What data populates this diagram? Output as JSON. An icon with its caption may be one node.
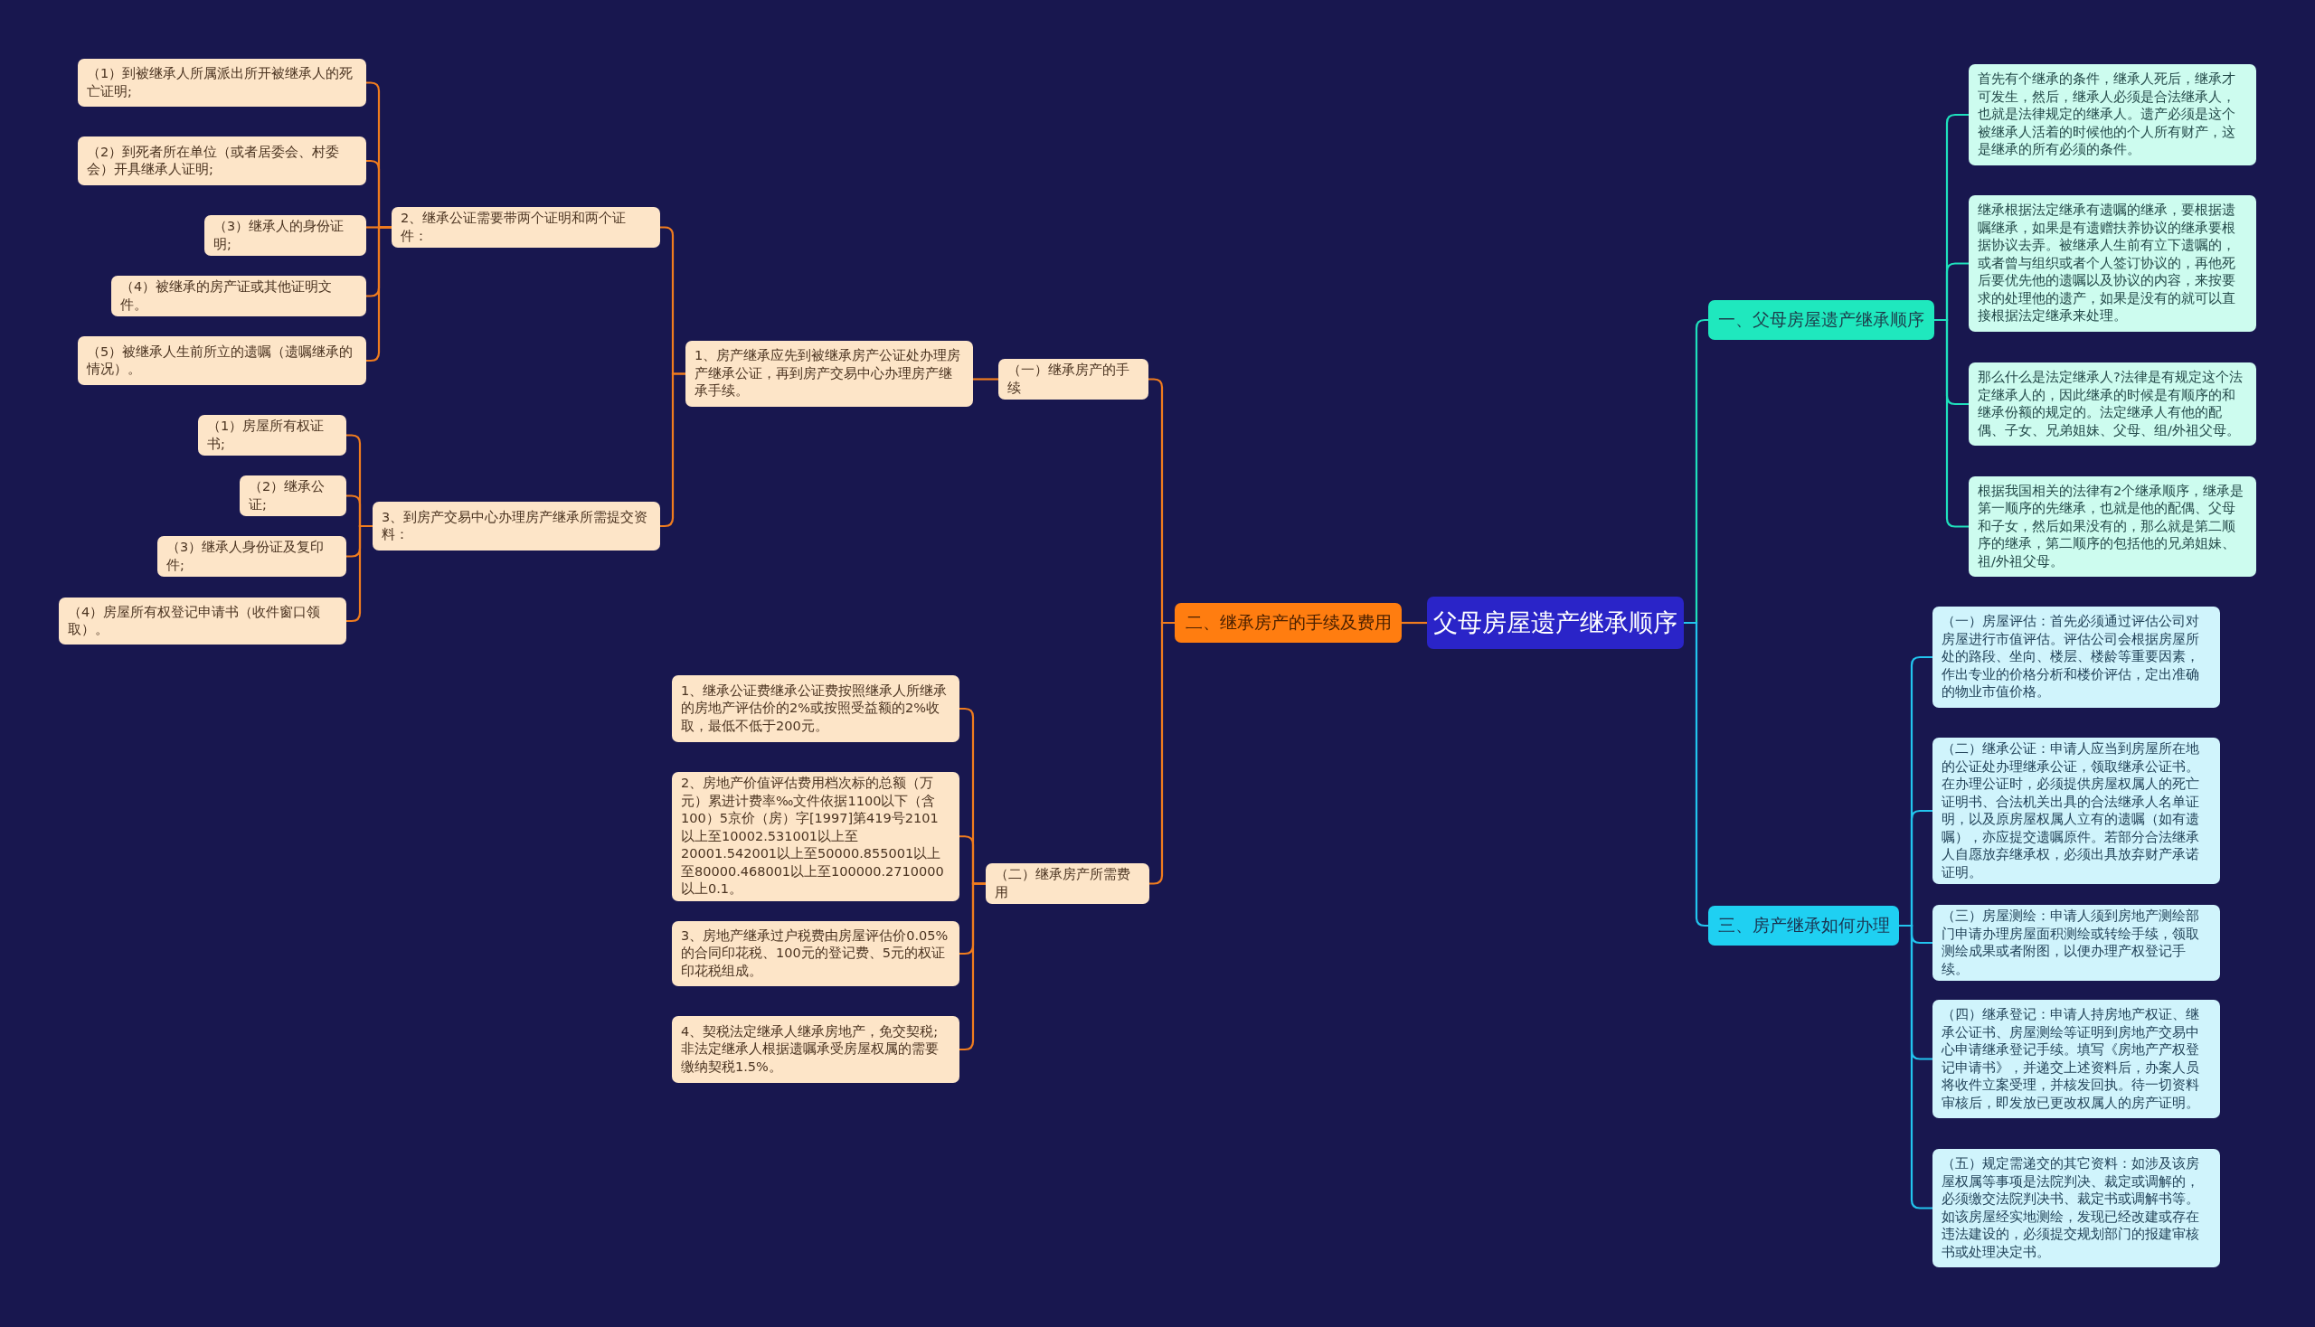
{
  "diagram": {
    "nodes": [
      {
        "text": [
          "父母房屋遗产继承顺序"
        ]
      },
      {
        "text": [
          "一、父母房屋遗产继承顺序"
        ]
      },
      {
        "text": [
          "首先有个继承的条件，继承人死后，继承才可发生，然后，继承人必须是合法继承人，也就是法律规定的继承人。遗产必须是这个被继承人活着的时候他的个人所有财产，这是继承的所有必须的条件。"
        ]
      },
      {
        "text": [
          "继承根据法定继承有遗嘱的继承，要根据遗嘱继承，如果是有遗赠扶养协议的继承要根据协议去弄。被继承人生前有立下遗嘱的，或者曾与组织或者个人签订协议的，再他死后要优先他的遗嘱以及协议的内容，来按要求的处理他的遗产，如果是没有的就可以直接根据法定继承来处理。"
        ]
      },
      {
        "text": [
          "那么什么是法定继承人?法律是有规定这个法定继承人的，因此继承的时候是有顺序的和继承份额的规定的。法定继承人有他的配偶、子女、兄弟姐妹、父母、组/外祖父母。"
        ]
      },
      {
        "text": [
          "根据我国相关的法律有2个继承顺序，继承是第一顺序的先继承，也就是他的配偶、父母和子女，然后如果没有的，那么就是第二顺序的继承，第二顺序的包括他的兄弟姐妹、祖/外祖父母。"
        ]
      },
      {
        "text": [
          "二、继承房产的手续及费用"
        ]
      },
      {
        "text": [
          "（一）继承房产的手续"
        ]
      },
      {
        "text": [
          "1、房产继承应先到被继承房产公证处办理房产继承公证，再到房产交易中心办理房产继承手续。"
        ]
      },
      {
        "text": [
          "2、继承公证需要带两个证明和两个证件："
        ]
      },
      {
        "text": [
          "（1）到被继承人所属派出所开被继承人的死亡证明;"
        ]
      },
      {
        "text": [
          "（2）到死者所在单位（或者居委会、村委会）开具继承人证明;"
        ]
      },
      {
        "text": [
          "（3）继承人的身份证明;"
        ]
      },
      {
        "text": [
          "（4）被继承的房产证或其他证明文件。"
        ]
      },
      {
        "text": [
          "（5）被继承人生前所立的遗嘱（遗嘱继承的情况）。"
        ]
      },
      {
        "text": [
          "3、到房产交易中心办理房产继承所需提交资料："
        ]
      },
      {
        "text": [
          "（1）房屋所有权证书;"
        ]
      },
      {
        "text": [
          "（2）继承公证;"
        ]
      },
      {
        "text": [
          "（3）继承人身份证及复印件;"
        ]
      },
      {
        "text": [
          "（4）房屋所有权登记申请书（收件窗口领取）。"
        ]
      },
      {
        "text": [
          "（二）继承房产所需费用"
        ]
      },
      {
        "text": [
          "1、继承公证费继承公证费按照继承人所继承的房地产评估价的2%或按照受益额的2%收取，最低不低于200元。"
        ]
      },
      {
        "text": [
          "2、房地产价值评估费用档次标的总额（万元）累进计费率‰文件依据1100以下（含100）5京价（房）字[1997]第419号2101以上至10002.531001以上至20001.542001以上至50000.855001以上至80000.468001以上至100000.2710000以上0.1。"
        ]
      },
      {
        "text": [
          "3、房地产继承过户税费由房屋评估价0.05%的合同印花税、100元的登记费、5元的权证印花税组成。"
        ]
      },
      {
        "text": [
          "4、契税法定继承人继承房地产，免交契税;非法定继承人根据遗嘱承受房屋权属的需要缴纳契税1.5%。"
        ]
      },
      {
        "text": [
          "三、房产继承如何办理"
        ]
      },
      {
        "text": [
          "（一）房屋评估：首先必须通过评估公司对房屋进行市值评估。评估公司会根据房屋所处的路段、坐向、楼层、楼龄等重要因素，作出专业的价格分析和楼价评估，定出准确的物业市值价格。"
        ]
      },
      {
        "text": [
          "（二）继承公证：申请人应当到房屋所在地的公证处办理继承公证，领取继承公证书。在办理公证时，必须提供房屋权属人的死亡证明书、合法机关出具的合法继承人名单证明，以及原房屋权属人立有的遗嘱（如有遗嘱），亦应提交遗嘱原件。若部分合法继承人自愿放弃继承权，必须出具放弃财产承诺证明。"
        ]
      },
      {
        "text": [
          "（三）房屋测绘：申请人须到房地产测绘部门申请办理房屋面积测绘或转绘手续，领取测绘成果或者附图，以便办理产权登记手续。"
        ]
      },
      {
        "text": [
          "（四）继承登记：申请人持房地产权证、继承公证书、房屋测绘等证明到房地产交易中心申请继承登记手续。填写《房地产产权登记申请书》，并递交上述资料后，办案人员将收件立案受理，并核发回执。待一切资料审核后，即发放已更改权属人的房产证明。"
        ]
      },
      {
        "text": [
          "（五）规定需递交的其它资料：如涉及该房屋权属等事项是法院判决、裁定或调解的，必须缴交法院判决书、裁定书或调解书等。如该房屋经实地测绘，发现已经改建或存在违法建设的，必须提交规划部门的报建审核书或处理决定书。"
        ]
      }
    ],
    "edges": [
      {
        "from": 0,
        "to": 1,
        "arrow": "none",
        "color": "#1fe0bc"
      },
      {
        "from": 1,
        "to": 2,
        "arrow": "none",
        "color": "#1fe0bc"
      },
      {
        "from": 1,
        "to": 3,
        "arrow": "none",
        "color": "#1fe0bc"
      },
      {
        "from": 1,
        "to": 4,
        "arrow": "none",
        "color": "#1fe0bc"
      },
      {
        "from": 1,
        "to": 5,
        "arrow": "none",
        "color": "#1fe0bc"
      },
      {
        "from": 0,
        "to": 6,
        "arrow": "none"
      },
      {
        "from": 6,
        "to": 7,
        "arrow": "none"
      },
      {
        "from": 7,
        "to": 8,
        "arrow": "none"
      },
      {
        "from": 8,
        "to": 9,
        "arrow": "none"
      },
      {
        "from": 9,
        "to": 10,
        "arrow": "none"
      },
      {
        "from": 9,
        "to": 11,
        "arrow": "none"
      },
      {
        "from": 9,
        "to": 12,
        "arrow": "none"
      },
      {
        "from": 9,
        "to": 13,
        "arrow": "none"
      },
      {
        "from": 9,
        "to": 14,
        "arrow": "none"
      },
      {
        "from": 8,
        "to": 15,
        "arrow": "none"
      },
      {
        "from": 15,
        "to": 16,
        "arrow": "none"
      },
      {
        "from": 15,
        "to": 17,
        "arrow": "none"
      },
      {
        "from": 15,
        "to": 18,
        "arrow": "none"
      },
      {
        "from": 15,
        "to": 19,
        "arrow": "none"
      },
      {
        "from": 6,
        "to": 20,
        "arrow": "none"
      },
      {
        "from": 20,
        "to": 21,
        "arrow": "none"
      },
      {
        "from": 20,
        "to": 22,
        "arrow": "none"
      },
      {
        "from": 20,
        "to": 23,
        "arrow": "none"
      },
      {
        "from": 20,
        "to": 24,
        "arrow": "none"
      },
      {
        "from": 0,
        "to": 25,
        "arrow": "none",
        "color": "#22c4ee"
      },
      {
        "from": 25,
        "to": 26,
        "arrow": "none",
        "color": "#22c4ee"
      },
      {
        "from": 25,
        "to": 27,
        "arrow": "none",
        "color": "#22c4ee"
      },
      {
        "from": 25,
        "to": 28,
        "arrow": "none",
        "color": "#22c4ee"
      },
      {
        "from": 25,
        "to": 29,
        "arrow": "none",
        "color": "#22c4ee"
      },
      {
        "from": 25,
        "to": 30,
        "arrow": "none",
        "color": "#22c4ee"
      }
    ]
  }
}
